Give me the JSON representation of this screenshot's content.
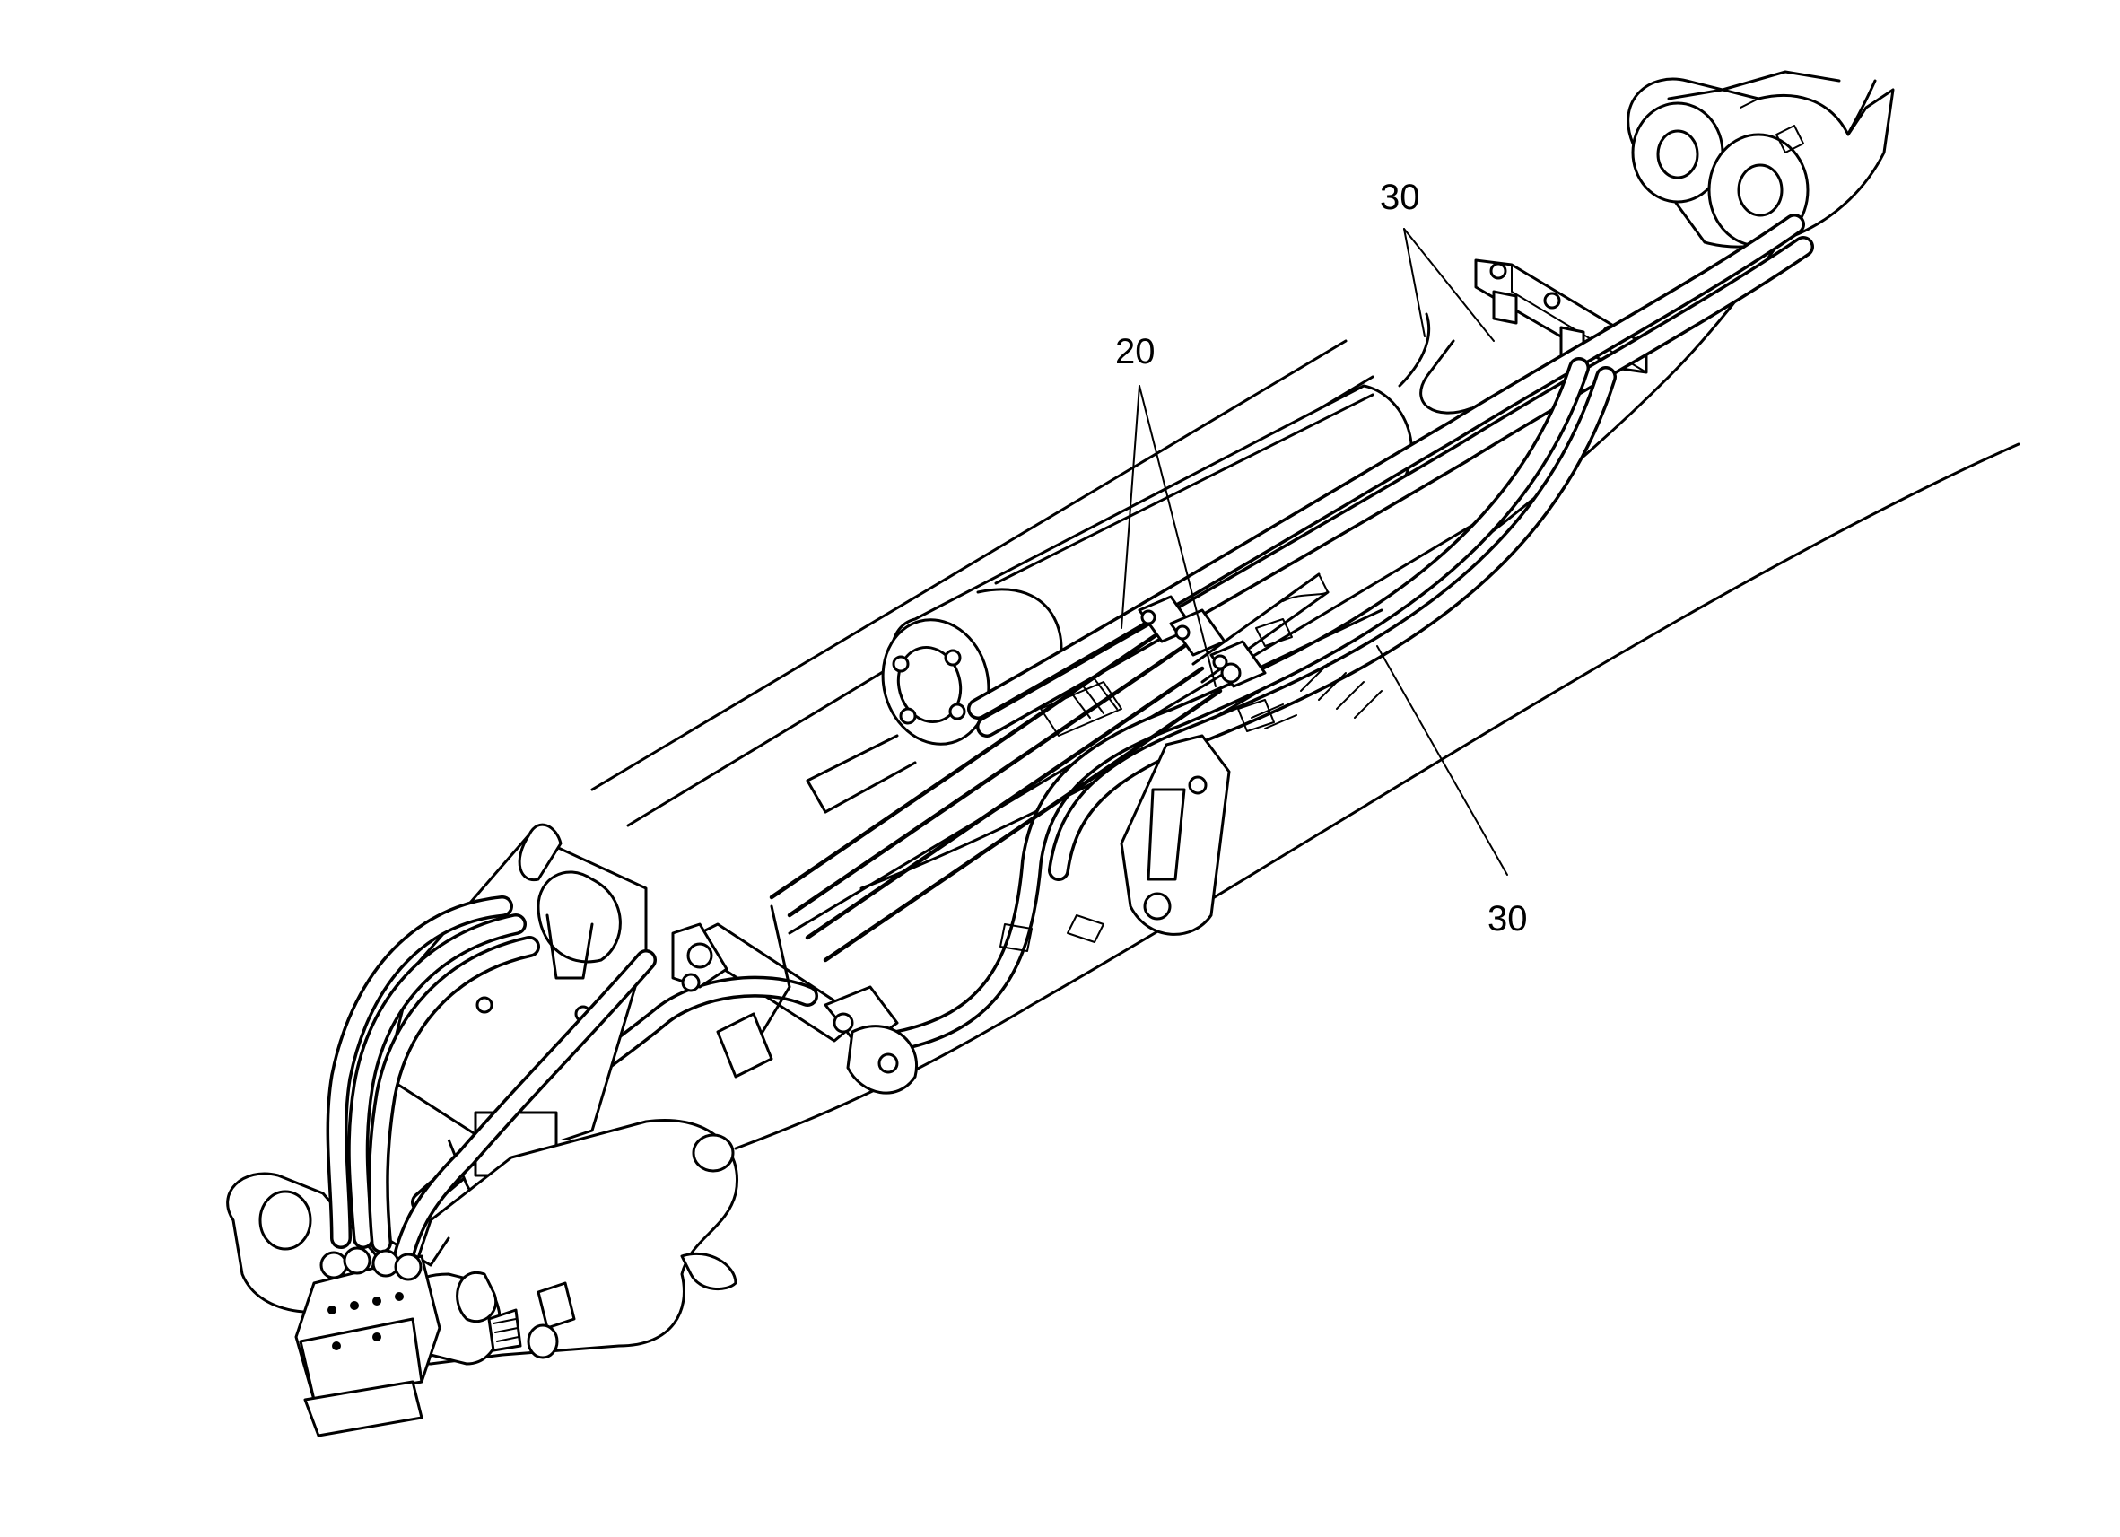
{
  "labels": {
    "ref_20": "20",
    "ref_30_top": "30",
    "ref_30_bottom": "30"
  }
}
